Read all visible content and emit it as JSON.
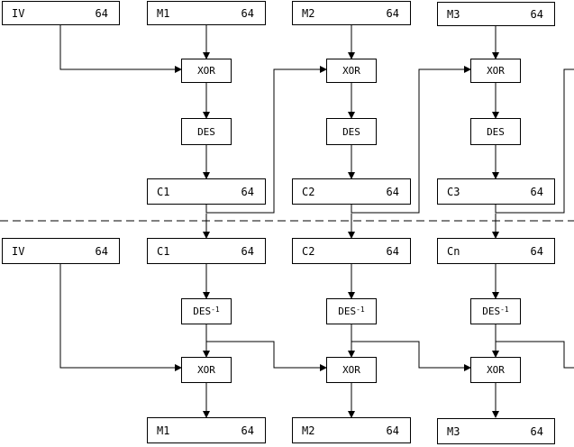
{
  "encrypt": {
    "iv": {
      "label": "IV",
      "bits": "64"
    },
    "messages": [
      {
        "label": "M1",
        "bits": "64"
      },
      {
        "label": "M2",
        "bits": "64"
      },
      {
        "label": "M3",
        "bits": "64"
      }
    ],
    "xor_label": "XOR",
    "des_label": "DES",
    "ciphers": [
      {
        "label": "C1",
        "bits": "64"
      },
      {
        "label": "C2",
        "bits": "64"
      },
      {
        "label": "C3",
        "bits": "64"
      }
    ]
  },
  "decrypt": {
    "iv": {
      "label": "IV",
      "bits": "64"
    },
    "ciphers": [
      {
        "label": "C1",
        "bits": "64"
      },
      {
        "label": "C2",
        "bits": "64"
      },
      {
        "label": "Cn",
        "bits": "64"
      }
    ],
    "des_inv_label": "DES",
    "des_inv_sup": "-1",
    "xor_label": "XOR",
    "messages": [
      {
        "label": "M1",
        "bits": "64"
      },
      {
        "label": "M2",
        "bits": "64"
      },
      {
        "label": "M3",
        "bits": "64"
      }
    ]
  }
}
